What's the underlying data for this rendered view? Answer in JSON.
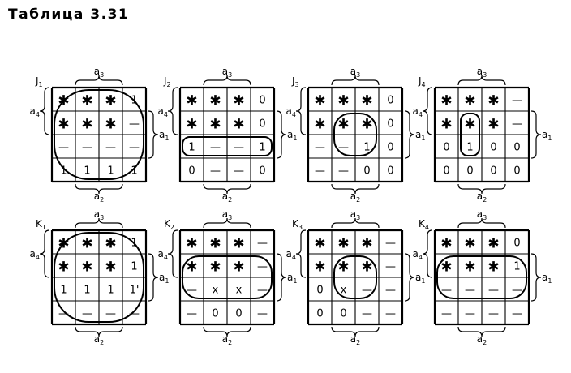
{
  "title": "Таблица 3.31",
  "maps": [
    {
      "name": "J",
      "index": "1",
      "cells": [
        [
          "*",
          "*",
          "*",
          "1"
        ],
        [
          "*",
          "*",
          "*",
          "—"
        ],
        [
          "—",
          "—",
          "—",
          "—"
        ],
        [
          "1",
          "1",
          "1",
          "1"
        ]
      ],
      "labels": [
        "a3",
        "a4",
        "a1",
        "a2"
      ],
      "groups": [
        "whole map"
      ]
    },
    {
      "name": "J",
      "index": "2",
      "cells": [
        [
          "*",
          "*",
          "*",
          "0"
        ],
        [
          "*",
          "*",
          "*",
          "0"
        ],
        [
          "1",
          "—",
          "—",
          "1"
        ],
        [
          "0",
          "—",
          "—",
          "0"
        ]
      ],
      "labels": [
        "a3",
        "a4",
        "a1",
        "a2"
      ],
      "groups": [
        "row 3"
      ]
    },
    {
      "name": "J",
      "index": "3",
      "cells": [
        [
          "*",
          "*",
          "*",
          "0"
        ],
        [
          "*",
          "*",
          "*",
          "0"
        ],
        [
          "—",
          "—",
          "1",
          "0"
        ],
        [
          "—",
          "—",
          "0",
          "0"
        ]
      ],
      "labels": [
        "a3",
        "a4",
        "a1",
        "a2"
      ],
      "groups": [
        "rows 2–3, columns 2–3"
      ]
    },
    {
      "name": "J",
      "index": "4",
      "cells": [
        [
          "*",
          "*",
          "*",
          "—"
        ],
        [
          "*",
          "*",
          "*",
          "—"
        ],
        [
          "0",
          "1",
          "0",
          "0"
        ],
        [
          "0",
          "0",
          "0",
          "0"
        ]
      ],
      "labels": [
        "a3",
        "a4",
        "a1",
        "a2"
      ],
      "groups": [
        "rows 2–3, column 2"
      ]
    },
    {
      "name": "K",
      "index": "1",
      "cells": [
        [
          "*",
          "*",
          "*",
          "1"
        ],
        [
          "*",
          "*",
          "*",
          "1"
        ],
        [
          "1",
          "1",
          "1",
          "1'"
        ],
        [
          "—",
          "—",
          "—",
          "—"
        ]
      ],
      "labels": [
        "a3",
        "a4",
        "a1",
        "a2"
      ],
      "groups": [
        "whole map"
      ]
    },
    {
      "name": "K",
      "index": "2",
      "cells": [
        [
          "*",
          "*",
          "*",
          "—"
        ],
        [
          "*",
          "*",
          "*",
          "—"
        ],
        [
          "—",
          "x",
          "x",
          "—"
        ],
        [
          "—",
          "0",
          "0",
          "—"
        ]
      ],
      "labels": [
        "a3",
        "a4",
        "a1",
        "a2"
      ],
      "groups": [
        "rows 2–3"
      ]
    },
    {
      "name": "K",
      "index": "3",
      "cells": [
        [
          "*",
          "*",
          "*",
          "—"
        ],
        [
          "*",
          "*",
          "*",
          "—"
        ],
        [
          "0",
          "x",
          "—",
          "—"
        ],
        [
          "0",
          "0",
          "—",
          "—"
        ]
      ],
      "labels": [
        "a3",
        "a4",
        "a1",
        "a2"
      ],
      "groups": [
        "rows 2–3, columns 2–3"
      ]
    },
    {
      "name": "K",
      "index": "4",
      "cells": [
        [
          "*",
          "*",
          "*",
          "0"
        ],
        [
          "*",
          "*",
          "*",
          "1"
        ],
        [
          "—",
          "—",
          "—",
          "—"
        ],
        [
          "—",
          "—",
          "—",
          "—"
        ]
      ],
      "labels": [
        "a3",
        "a4",
        "a1",
        "a2"
      ],
      "groups": [
        "rows 2–3"
      ]
    }
  ]
}
